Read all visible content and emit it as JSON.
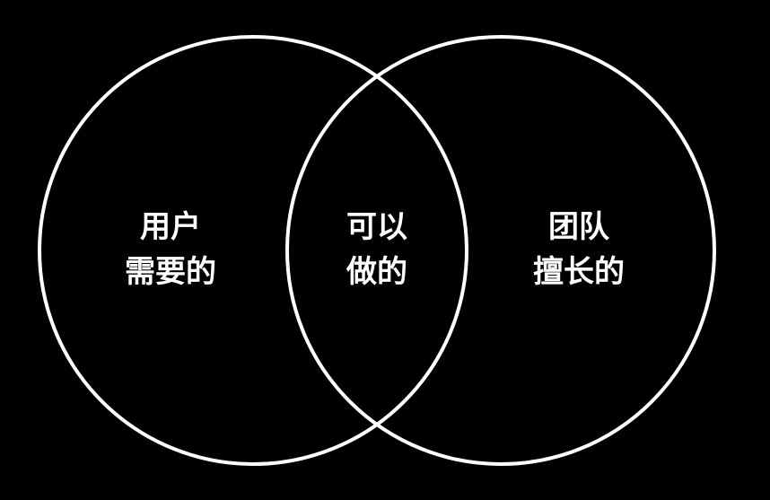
{
  "background_color": "#000000",
  "stroke_color": "#ffffff",
  "text_color": "#ffffff",
  "regions": {
    "left": {
      "line1": "用户",
      "line2": "需要的"
    },
    "middle": {
      "line1": "可以",
      "line2": "做的"
    },
    "right": {
      "line1": "团队",
      "line2": "擅长的"
    }
  }
}
